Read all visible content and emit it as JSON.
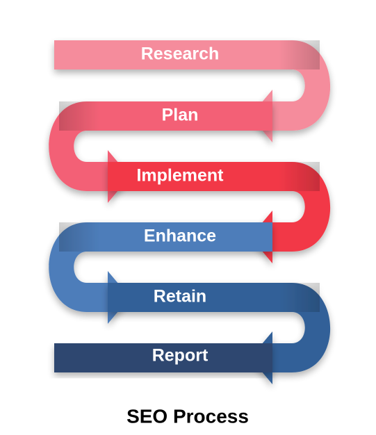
{
  "title": "SEO Process",
  "stages": [
    {
      "label": "Research",
      "color": "#F58C9C"
    },
    {
      "label": "Plan",
      "color": "#F36176"
    },
    {
      "label": "Implement",
      "color": "#F23847"
    },
    {
      "label": "Enhance",
      "color": "#4D7DBA"
    },
    {
      "label": "Retain",
      "color": "#336198"
    },
    {
      "label": "Report",
      "color": "#2E4670"
    }
  ]
}
